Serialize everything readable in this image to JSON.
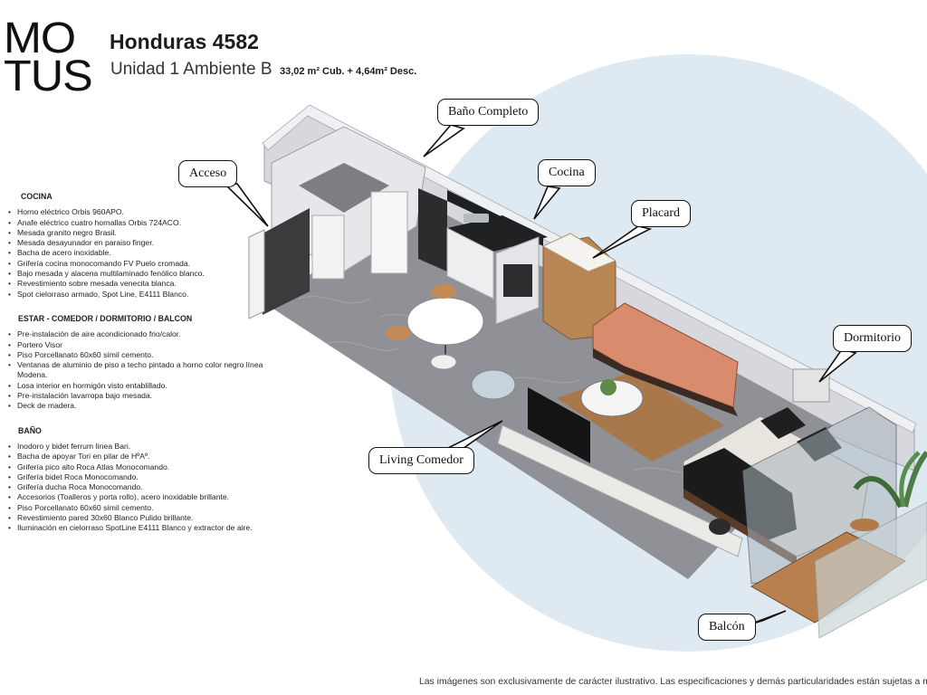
{
  "brand": {
    "line1": "MO",
    "line2": "TUS"
  },
  "header": {
    "title": "Honduras 4582",
    "unit": "Unidad 1 Ambiente B",
    "area": "33,02 m² Cub. + 4,64m² Desc."
  },
  "specs": {
    "cocina": {
      "title": "COCINA",
      "items": [
        "Horno eléctrico Orbis 960APO.",
        "Anafe eléctrico cuatro hornallas Orbis 724ACO.",
        "Mesada granito negro Brasil.",
        "Mesada desayunador en paraiso finger.",
        "Bacha de acero inoxidable.",
        "Grifería cocina monocomando FV Puelo cromada.",
        "Bajo mesada y alacena multilaminado fenólico blanco.",
        "Revestimiento sobre mesada venecita blanca.",
        "Spot cielorraso armado, Spot Line, E4111 Blanco."
      ]
    },
    "estar": {
      "title": "ESTAR - COMEDOR / DORMITORIO / BALCON",
      "items": [
        "Pre-instalación de aire acondicionado frio/calor.",
        "Portero Visor",
        "Piso Porcellanato 60x60 símil cemento.",
        "Ventanas de aluminio de piso a techo pintado a horno color negro línea Modena.",
        "Losa interior en hormigón visto entablillado.",
        "Pre-instalación lavarropa bajo mesada.",
        "Deck de madera."
      ]
    },
    "bano": {
      "title": "BAÑO",
      "items": [
        "Inodoro y bidet ferrum línea Bari.",
        "Bacha de apoyar Tori en pilar de HºAº.",
        "Grifería pico alto Roca Atlas Monocomando.",
        "Grifería bidet Roca Monocomando.",
        "Grifería ducha Roca Monocomando.",
        "Accesorios (Toalleros y porta rollo), acero inoxidable brillante.",
        "Piso Porcellanato 60x60 símil cemento.",
        "Revestimiento pared 30x60 Blanco Pulido brillante.",
        "Iluminación en cielorraso SpotLine E4111 Blanco y extractor de aire."
      ]
    }
  },
  "callouts": {
    "acceso": "Acceso",
    "bano": "Baño Completo",
    "cocina": "Cocina",
    "placard": "Placard",
    "dormitorio": "Dormitorio",
    "living": "Living Comedor",
    "balcon": "Balcón"
  },
  "footer": "Las imágenes son exclusivamente de carácter ilustrativo. Las especificaciones y demás particularidades están sujetas a mo",
  "colors": {
    "circle_bg": "#dfe9f1",
    "wall": "#d9dbe0",
    "floor": "#8d8f93",
    "wood": "#b98a5a",
    "sofa": "#d98a6c",
    "bed": "#e7e4df"
  }
}
